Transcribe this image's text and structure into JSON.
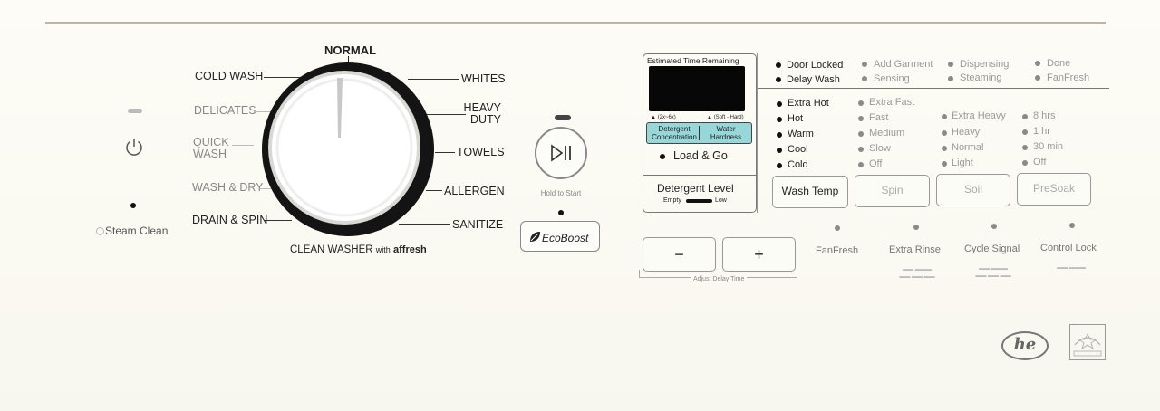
{
  "power": {
    "label": "Steam Clean"
  },
  "dial": {
    "top_label": "NORMAL",
    "left_labels": [
      "COLD WASH",
      "DELICATES",
      "QUICK\nWASH",
      "WASH & DRY",
      "DRAIN & SPIN"
    ],
    "right_labels": [
      "WHITES",
      "HEAVY\nDUTY",
      "TOWELS",
      "ALLERGEN",
      "SANITIZE"
    ],
    "bottom_label_main": "CLEAN WASHER",
    "bottom_label_with": "with",
    "bottom_label_brand": "affresh"
  },
  "start": {
    "hold_label": "Hold to Start",
    "ecoboost_label": "EcoBoost"
  },
  "display": {
    "title": "Estimated Time Remaining",
    "conc_range": "▲ (2x~6x)",
    "hard_range": "▲ (Soft - Hard)",
    "detergent_conc": "Detergent\nConcentration",
    "water_hardness": "Water\nHardness",
    "load_go": "Load & Go",
    "det_level": "Detergent Level",
    "empty": "Empty",
    "low": "Low"
  },
  "status": {
    "col1": [
      "Door Locked",
      "Delay Wash"
    ],
    "col2": [
      "Add Garment",
      "Sensing"
    ],
    "col3": [
      "Dispensing",
      "Steaming"
    ],
    "col4": [
      "Done",
      "FanFresh"
    ]
  },
  "options": {
    "wash_temp": [
      "Extra Hot",
      "Hot",
      "Warm",
      "Cool",
      "Cold"
    ],
    "spin": [
      "Extra Fast",
      "Fast",
      "Medium",
      "Slow",
      "Off"
    ],
    "soil": [
      "Extra Heavy",
      "Heavy",
      "Normal",
      "Light"
    ],
    "presoak": [
      "8 hrs",
      "1 hr",
      "30 min",
      "Off"
    ]
  },
  "buttons": {
    "wash_temp": "Wash Temp",
    "spin": "Spin",
    "soil": "Soil",
    "presoak": "PreSoak",
    "minus": "−",
    "plus": "+",
    "delay_caption": "Adjust Delay Time"
  },
  "features": {
    "fanfresh": "FanFresh",
    "extra_rinse": "Extra Rinse",
    "cycle_signal": "Cycle Signal",
    "control_lock": "Control Lock"
  },
  "logo": {
    "he": "he"
  }
}
